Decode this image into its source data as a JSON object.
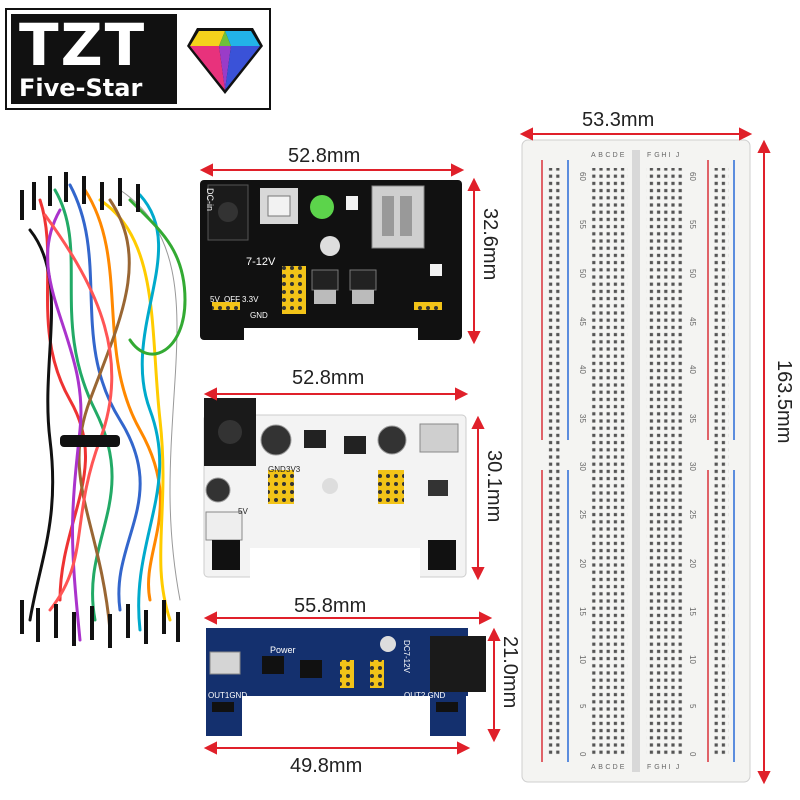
{
  "logo": {
    "main": "TZT",
    "sub": "Five-Star"
  },
  "dimensions": {
    "module1_width": "52.8mm",
    "module1_height": "32.6mm",
    "module2_width": "52.8mm",
    "module2_height": "30.1mm",
    "module3_top_width": "55.8mm",
    "module3_bottom_width": "49.8mm",
    "module3_height": "21.0mm",
    "breadboard_width": "53.3mm",
    "breadboard_height": "163.5mm"
  },
  "module1": {
    "label_dcin": "DC-in",
    "label_voltage": "7-12V",
    "label_5v": "5V",
    "label_off": "OFF",
    "label_33v": "3.3V",
    "label_gnd": "GND"
  },
  "module2": {
    "label_gnd": "GND",
    "label_3v3": "3V3",
    "label_5v": "5V"
  },
  "module3": {
    "label_power": "Power",
    "label_out1": "OUT1GND",
    "label_out2": "OUT2 GND",
    "label_dc": "DC7-12V"
  },
  "breadboard": {
    "row_numbers": [
      "0",
      "5",
      "10",
      "15",
      "20",
      "25",
      "30",
      "35",
      "40",
      "45",
      "50",
      "55",
      "60"
    ],
    "col_letters_left": [
      "A",
      "B",
      "C",
      "D",
      "E"
    ],
    "col_letters_right": [
      "F",
      "G",
      "H",
      "I",
      "J"
    ]
  },
  "colors": {
    "module_black": "#111111",
    "module_blue": "#14306e",
    "header_yellow": "#f2c318",
    "breadboard": "#f4f4f2",
    "rail_red": "#d9323a",
    "rail_blue": "#2a6bd8",
    "dim_red": "#e0202a"
  }
}
